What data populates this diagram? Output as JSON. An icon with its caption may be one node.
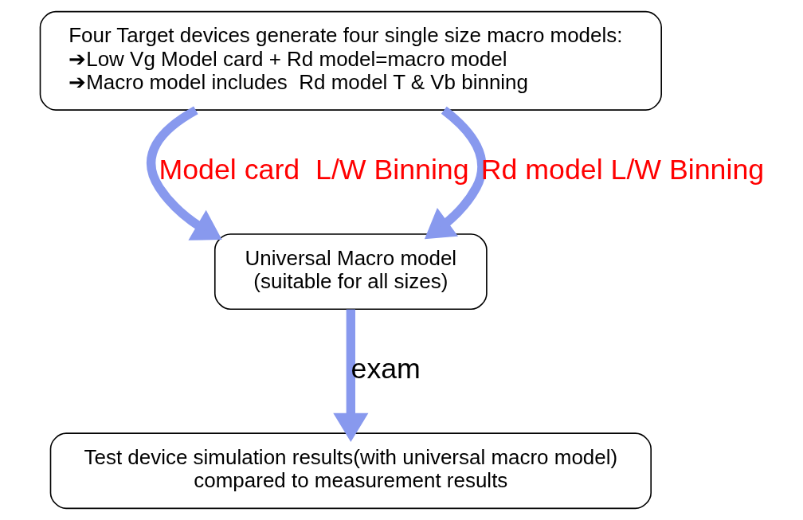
{
  "diagram": {
    "nodes": [
      {
        "text": [
          "Four Target devices generate four single size macro models:",
          "➔Low Vg Model card + Rd model=macro model",
          "➔Macro model includes  Rd model T & Vb binning"
        ]
      },
      {
        "text": [
          "Universal Macro model (suitable for all sizes)"
        ]
      },
      {
        "text": [
          "Test device simulation results(with universal macro model) compared to measurement results"
        ]
      }
    ],
    "edges": [
      {
        "from": 0,
        "to": 1,
        "arrow": "to",
        "label": "Model card  L/W Binning"
      },
      {
        "from": 0,
        "to": 1,
        "arrow": "to",
        "label": "Rd model L/W Binning"
      },
      {
        "from": 1,
        "to": 2,
        "arrow": "to",
        "label": "exam"
      }
    ]
  }
}
